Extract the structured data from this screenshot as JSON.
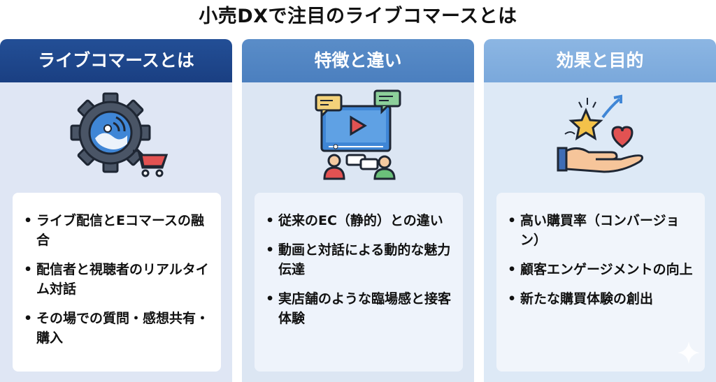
{
  "title": "小売DXで注目のライブコマースとは",
  "columns": [
    {
      "header": "ライブコマースとは",
      "icon": "gear-shopping-cart-icon",
      "bullets": [
        "ライブ配信とEコマースの融合",
        "配信者と視聴者のリアルタイム対話",
        "その場での質問・感想共有・購入"
      ]
    },
    {
      "header": "特徴と違い",
      "icon": "video-chat-people-icon",
      "bullets": [
        "従来のEC（静的）との違い",
        "動画と対話による動的な魅力伝達",
        "実店舗のような臨場感と接客体験"
      ]
    },
    {
      "header": "効果と目的",
      "icon": "hand-star-heart-icon",
      "bullets": [
        "高い購買率（コンバージョン）",
        "顧客エンゲージメントの向上",
        "新たな購買体験の創出"
      ]
    }
  ],
  "colors": {
    "header1": "#1f4a8f",
    "header2": "#5387c4",
    "header3": "#84b0e0"
  }
}
